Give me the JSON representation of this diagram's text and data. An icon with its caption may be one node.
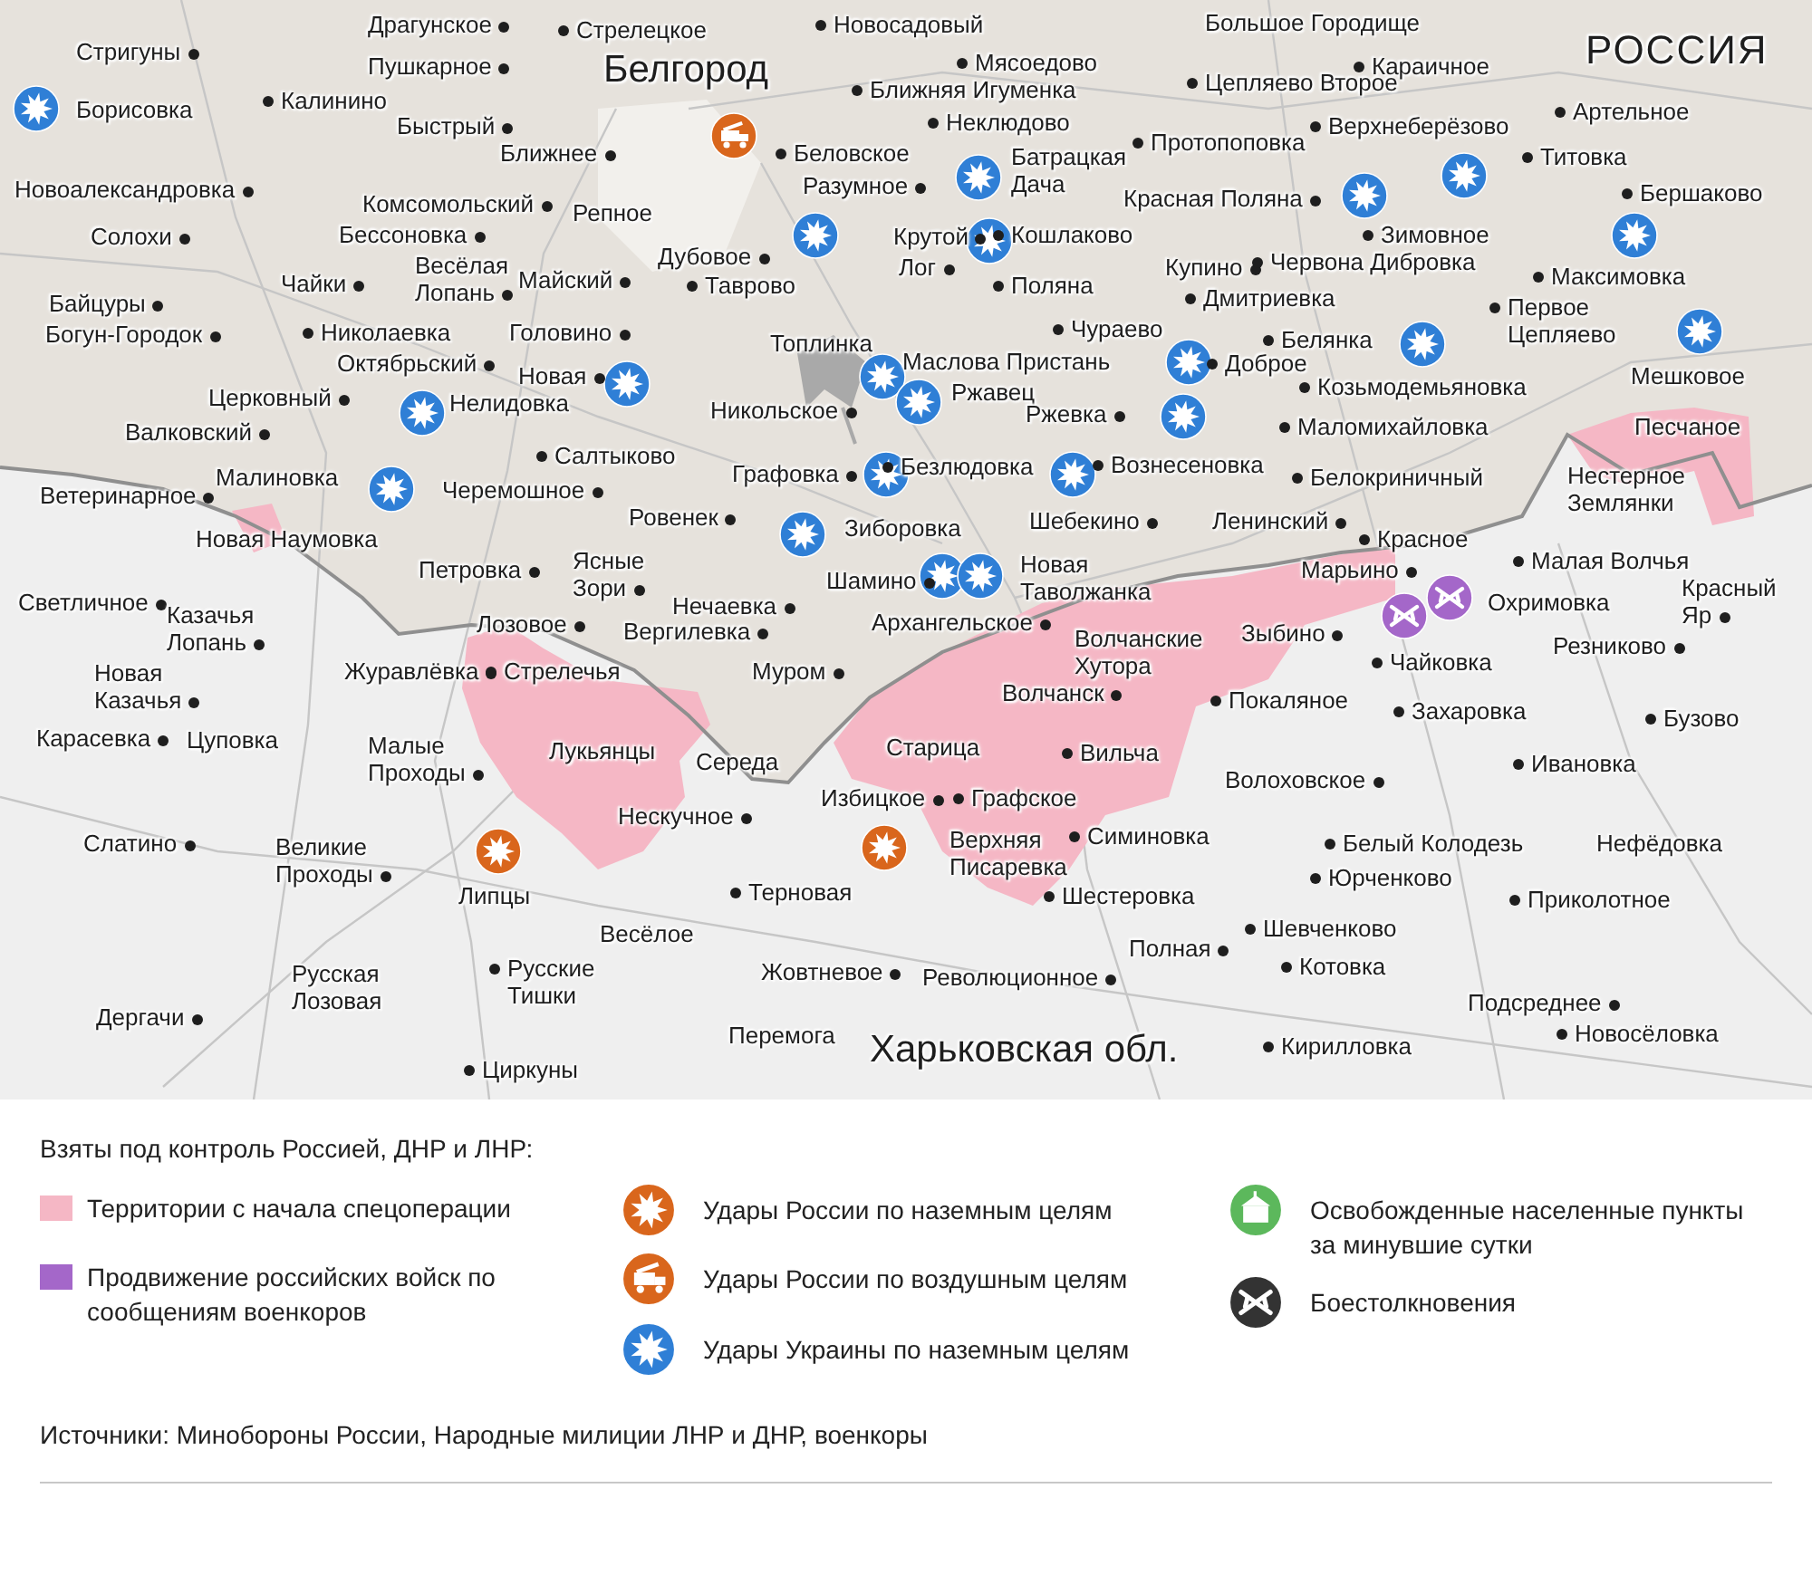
{
  "diagram": {
    "labels": [
      "Драгунское",
      "Стрелецкое",
      "Новосадовый",
      "Большое Городище",
      "Стригуны",
      "Белгород",
      "Мясоедово",
      "Цепляево Второе",
      "Караичное",
      "РОССИЯ",
      "Пушкарное",
      "Калинино",
      "Ближняя Игуменка",
      "Борисовка",
      "Быстрый",
      "Неклюдово",
      "Верхнеберёзово",
      "Артельное",
      "Ближнее",
      "Беловское",
      "Батрацкая Дача",
      "Протопоповка",
      "Титовка",
      "Новоалександровка",
      "Комсомольский",
      "Разумное",
      "Красная Поляна",
      "Бершаково",
      "Солохи",
      "Бессоновка",
      "Репное",
      "Крутой",
      "Кошлаково",
      "Зимовное",
      "Весёлая Лопань",
      "Майский",
      "Дубовое",
      "Лог",
      "Купино",
      "Червона Дибровка",
      "Максимовка",
      "Байцуры",
      "Чайки",
      "Таврово",
      "Поляна",
      "Дмитриевка",
      "Первое Цепляево",
      "Богун-Городок",
      "Николаевка",
      "Головино",
      "Топлинка",
      "Чураево",
      "Белянка",
      "Октябрьский",
      "Новая",
      "Маслова Пристань",
      "Доброе",
      "Мешковое",
      "Церковный",
      "Нелидовка",
      "Никольское",
      "Ржавец",
      "Козьмодемьяновка",
      "Валковский",
      "Ржевка",
      "Маломихайловка",
      "Песчаное",
      "Салтыково",
      "Графовка",
      "Безлюдовка",
      "Вознесеновка",
      "Белокриничный",
      "Нестерное Землянки",
      "Ветеринарное",
      "Малиновка",
      "Черемошное",
      "Ровенек",
      "Зиборовка",
      "Шебекино",
      "Ленинский",
      "Красное",
      "Малая Волчья",
      "Новая Наумовка",
      "Петровка",
      "Ясные Зори",
      "Нечаевка",
      "Шамино",
      "Новая Таволжанка",
      "Марьино",
      "Охримовка",
      "Красный Яр",
      "Светличное",
      "Казачья Лопань",
      "Лозовое",
      "Вергилевка",
      "Архангельское",
      "Волчанские Хутора",
      "Зыбино",
      "Чайковка",
      "Резниково",
      "Новая Казачья",
      "Журавлёвка",
      "Стрелечья",
      "Муром",
      "Волчанск",
      "Покаляное",
      "Захаровка",
      "Бузово",
      "Карасевка",
      "Цуповка",
      "Малые Проходы",
      "Лукьянцы",
      "Старица",
      "Вильча",
      "Ивановка",
      "Середа",
      "Волоховское",
      "Избицкое",
      "Графское",
      "Нескучное",
      "Слатино",
      "Великие Проходы",
      "Верхняя Писаревка",
      "Симиновка",
      "Белый Колодезь",
      "Нефёдовка",
      "Юрченково",
      "Липцы",
      "Терновая",
      "Шестеровка",
      "Приколотное",
      "Весёлое",
      "Полная",
      "Шевченково",
      "Русская Лозовая",
      "Русские Тишки",
      "Жовтневое",
      "Революционное",
      "Котовка",
      "Подсреднее",
      "Дергачи",
      "Перемога",
      "Харьковская обл.",
      "Кирилловка",
      "Новосёловка",
      "Циркуны",
      "Взяты под контроль Россией, ДНР и ЛНР:",
      "Источники: Минобороны России, Народные милиции ЛНР и ДНР, военкоры"
    ],
    "legend": [
      {
        "text": "Территории с начала спецоперации",
        "color": "#f5b7c5"
      },
      {
        "text": "Продвижение российских войск по сообщениям военкоров",
        "color": "#a467c9"
      },
      {
        "text": "Удары России по наземным целям"
      },
      {
        "text": "Удары России по воздушным целям"
      },
      {
        "text": "Удары Украины по наземным целям"
      },
      {
        "text": "Освобожденные населенные пункты за минувшие сутки"
      },
      {
        "text": "Боестолкновения"
      }
    ]
  }
}
